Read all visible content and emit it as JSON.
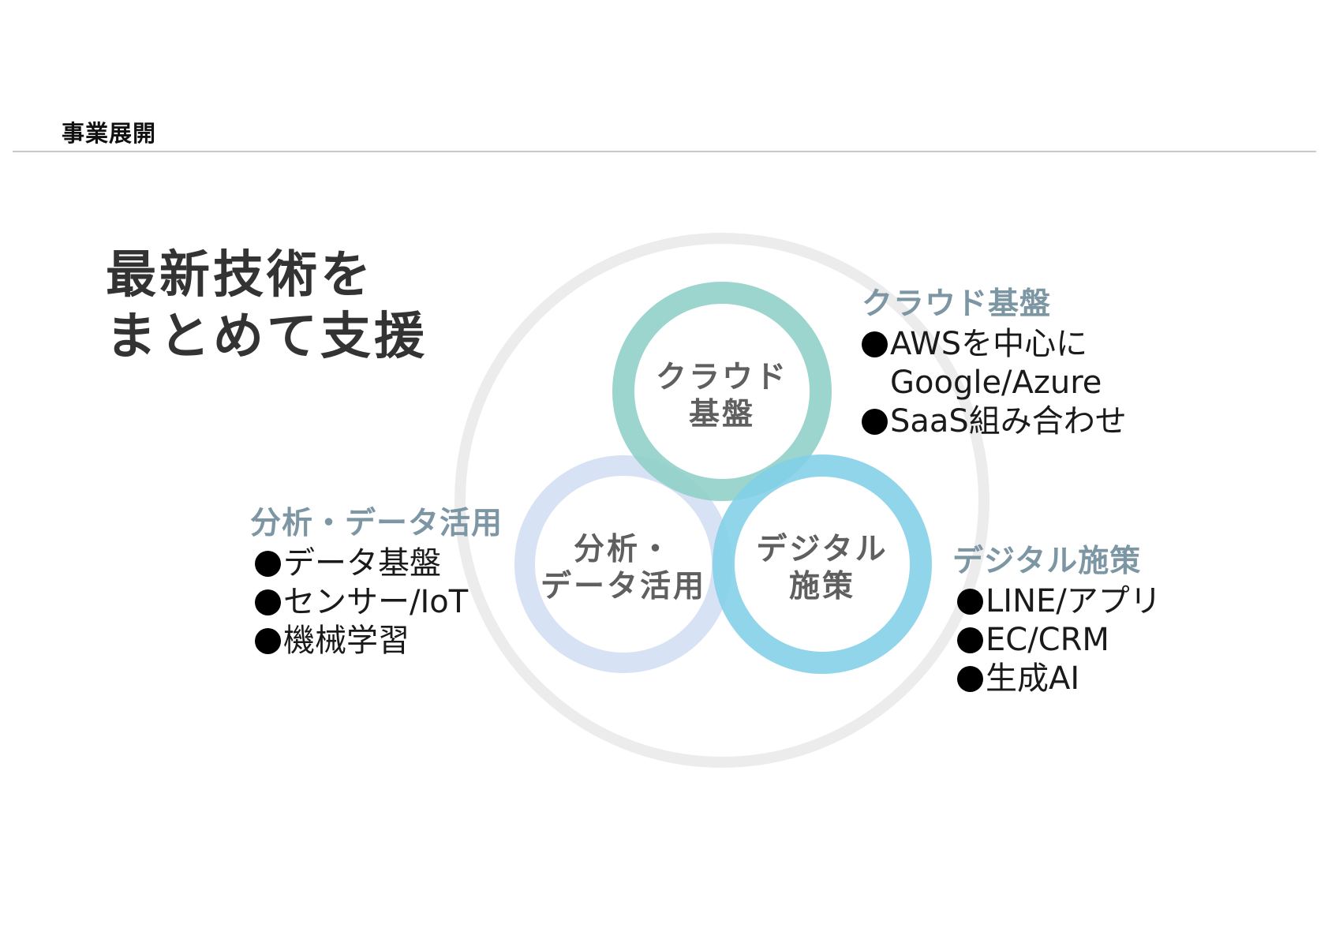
{
  "header": {
    "title": "事業展開"
  },
  "headline": {
    "line1": "最新技術を",
    "line2": "まとめて支援"
  },
  "diagram": {
    "colors": {
      "outer_ring": "#ececec",
      "cloud": "#8ecfc7",
      "analytics": "#d6e0f4",
      "digital": "#81cfe7",
      "heading": "#7d96a4"
    },
    "circles": [
      {
        "id": "cloud",
        "line1": "クラウド",
        "line2": "基盤"
      },
      {
        "id": "analytics",
        "line1": "分析・",
        "line2": "データ活用"
      },
      {
        "id": "digital",
        "line1": "デジタル",
        "line2": "施策"
      }
    ]
  },
  "groups": {
    "cloud": {
      "heading": "クラウド基盤",
      "items": [
        {
          "bullet": "●",
          "text": "AWSを中心に"
        },
        {
          "bullet": "",
          "text": "Google/Azure"
        },
        {
          "bullet": "●",
          "text": "SaaS組み合わせ"
        }
      ]
    },
    "analytics": {
      "heading": "分析・データ活用",
      "items": [
        {
          "bullet": "●",
          "text": "データ基盤"
        },
        {
          "bullet": "●",
          "text": "センサー/IoT"
        },
        {
          "bullet": "●",
          "text": "機械学習"
        }
      ]
    },
    "digital": {
      "heading": "デジタル施策",
      "items": [
        {
          "bullet": "●",
          "text": "LINE/アプリ"
        },
        {
          "bullet": "●",
          "text": "EC/CRM"
        },
        {
          "bullet": "●",
          "text": "生成AI"
        }
      ]
    }
  }
}
